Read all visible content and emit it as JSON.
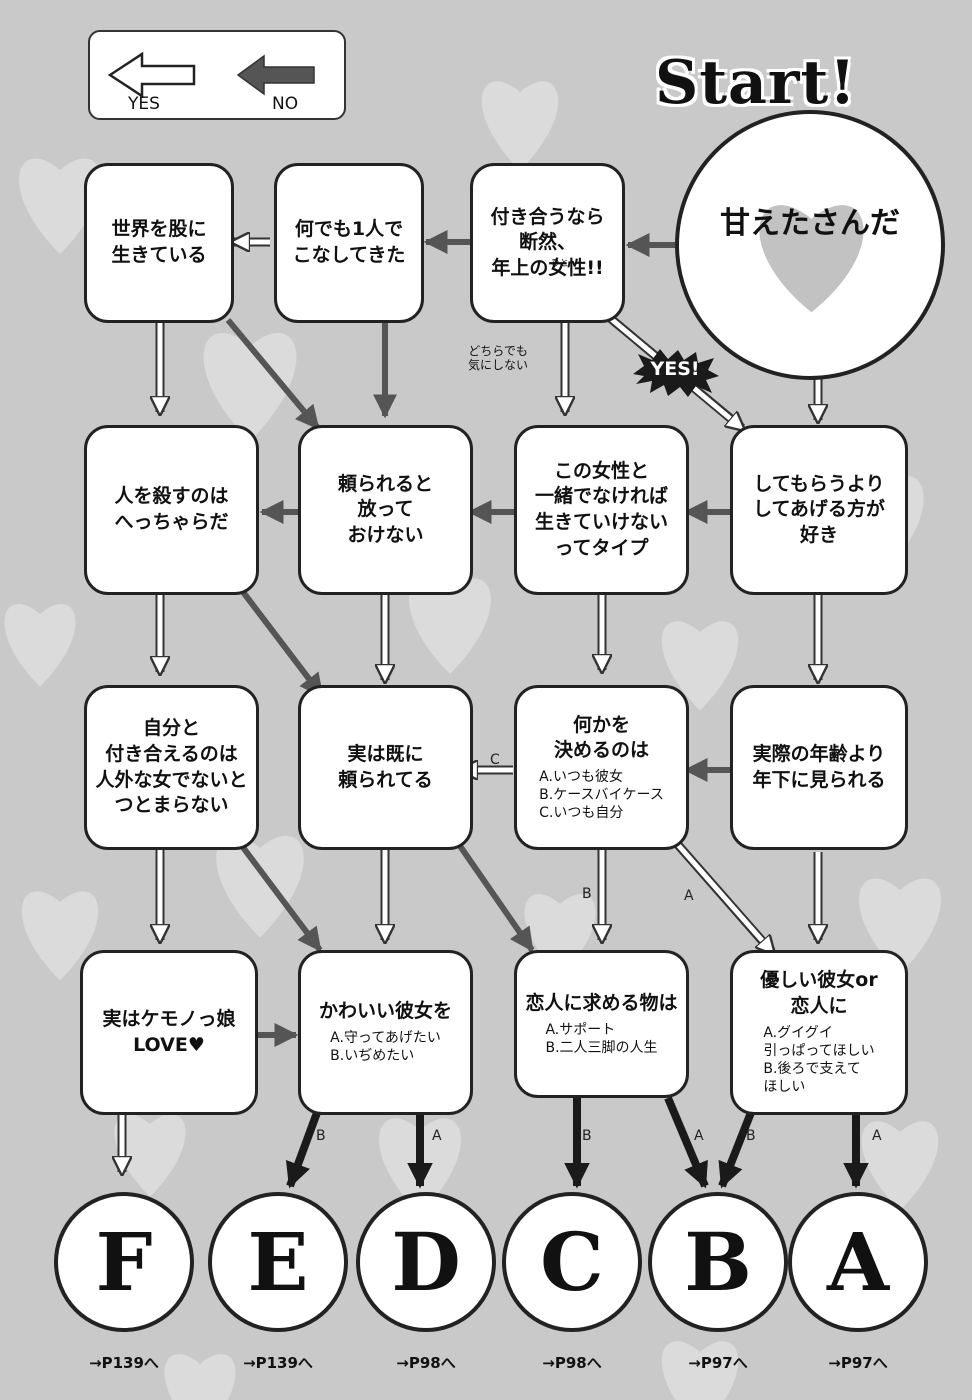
{
  "legend": {
    "yes": "YES",
    "no": "NO"
  },
  "start": {
    "title": "Start!",
    "question": "甘えたさんだ"
  },
  "yes_badge": "YES!",
  "note": "どちらでも\n気にしない",
  "nodes": {
    "r1c1": {
      "text": "世界を股に\n生きている"
    },
    "r1c2": {
      "text": "何でも1人で\nこなしてきた"
    },
    "r1c3": {
      "text": "付き合うなら\n断然、\n年上の女性!!",
      "ruby": "ひと"
    },
    "r2c1": {
      "text": "人を殺すのは\nへっちゃらだ"
    },
    "r2c2": {
      "text": "頼られると\n放って\nおけない"
    },
    "r2c3": {
      "text": "この女性と\n一緒でなければ\n生きていけない\nってタイプ"
    },
    "r2c4": {
      "text": "してもらうより\nしてあげる方が\n好き"
    },
    "r3c1": {
      "text": "自分と\n付き合えるのは\n人外な女でないと\nつとまらない"
    },
    "r3c2": {
      "text": "実は既に\n頼られてる"
    },
    "r3c3": {
      "text": "何かを\n決めるのは",
      "options": "A.いつも彼女\nB.ケースバイケース\nC.いつも自分"
    },
    "r3c4": {
      "text": "実際の年齢より\n年下に見られる"
    },
    "r4c1": {
      "text": "実はケモノっ娘\nLOVE♥"
    },
    "r4c2": {
      "text": "かわいい彼女を",
      "options": "A.守ってあげたい\nB.いぢめたい"
    },
    "r4c3": {
      "text": "恋人に求める物は",
      "options": "A.サポート\nB.二人三脚の人生"
    },
    "r4c4": {
      "text": "優しい彼女or\n恋人に",
      "options": "A.グイグイ\n  引っぱってほしい\nB.後ろで支えて\n  ほしい"
    }
  },
  "arrow_labels": {
    "c": "C",
    "b": "B",
    "a": "A"
  },
  "results": [
    {
      "letter": "F",
      "page": "→P139へ"
    },
    {
      "letter": "E",
      "page": "→P139へ"
    },
    {
      "letter": "D",
      "page": "→P98へ"
    },
    {
      "letter": "C",
      "page": "→P98へ"
    },
    {
      "letter": "B",
      "page": "→P97へ"
    },
    {
      "letter": "A",
      "page": "→P97へ"
    }
  ],
  "colors": {
    "background": "#c9c9c9",
    "heart": "#e2e2e2",
    "no_arrow": "#555555",
    "yes_arrow": "#ffffff",
    "result_arrow": "#1a1a1a"
  }
}
